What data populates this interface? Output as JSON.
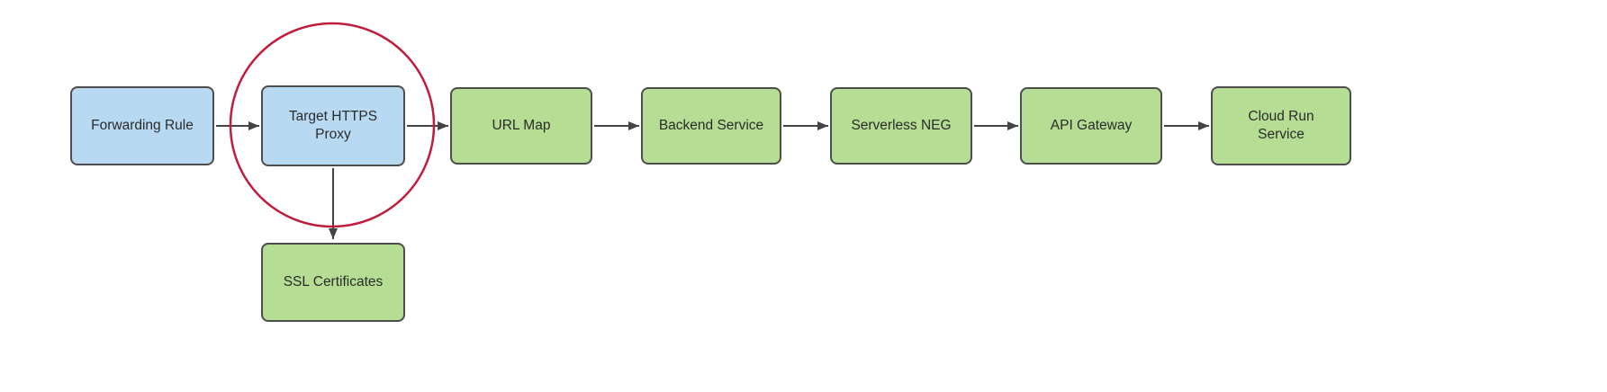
{
  "diagram": {
    "nodes": [
      {
        "id": "forwarding-rule",
        "label": "Forwarding Rule",
        "fill": "#b8d9f2"
      },
      {
        "id": "target-https-proxy",
        "label": "Target HTTPS\nProxy",
        "fill": "#b8d9f2"
      },
      {
        "id": "url-map",
        "label": "URL Map",
        "fill": "#b5dd94"
      },
      {
        "id": "backend-service",
        "label": "Backend Service",
        "fill": "#b5dd94"
      },
      {
        "id": "serverless-neg",
        "label": "Serverless NEG",
        "fill": "#b5dd94"
      },
      {
        "id": "api-gateway",
        "label": "API Gateway",
        "fill": "#b5dd94"
      },
      {
        "id": "cloud-run-service",
        "label": "Cloud Run\nService",
        "fill": "#b5dd94"
      },
      {
        "id": "ssl-certificates",
        "label": "SSL Certificates",
        "fill": "#b5dd94"
      }
    ],
    "edges": [
      {
        "from": "Forwarding Rule",
        "to": "Target HTTPS Proxy"
      },
      {
        "from": "Target HTTPS Proxy",
        "to": "URL Map"
      },
      {
        "from": "URL Map",
        "to": "Backend Service"
      },
      {
        "from": "Backend Service",
        "to": "Serverless NEG"
      },
      {
        "from": "Serverless NEG",
        "to": "API Gateway"
      },
      {
        "from": "API Gateway",
        "to": "Cloud Run Service"
      },
      {
        "from": "Target HTTPS Proxy",
        "to": "SSL Certificates"
      }
    ],
    "highlight": {
      "shape": "circle",
      "target": "Target HTTPS Proxy",
      "color": "#c01c3c"
    },
    "colors": {
      "node_blue": "#b8d9f2",
      "node_green": "#b5dd94",
      "border": "#4d4d4d",
      "arrow": "#444444",
      "highlight": "#c01c3c",
      "text": "#2b2b2b"
    }
  }
}
